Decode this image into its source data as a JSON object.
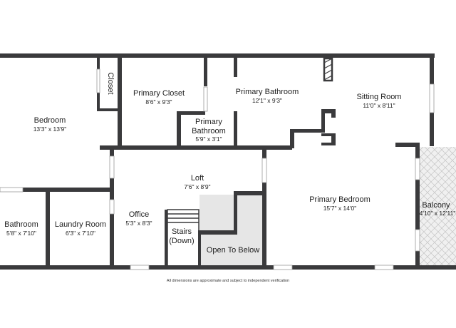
{
  "plan": {
    "rooms": [
      {
        "id": "bedroom",
        "name": "Bedroom",
        "dims": "13'3\" x 13'9\""
      },
      {
        "id": "closet",
        "name": "Closet",
        "dims": ""
      },
      {
        "id": "primary-closet",
        "name": "Primary Closet",
        "dims": "8'6\" x 9'3\""
      },
      {
        "id": "primary-bathroom-small",
        "name": "Primary Bathroom",
        "name_line1": "Primary",
        "name_line2": "Bathroom",
        "dims": "5'9\" x 3'1\""
      },
      {
        "id": "primary-bathroom",
        "name": "Primary Bathroom",
        "dims": "12'1\" x 9'3\""
      },
      {
        "id": "sitting-room",
        "name": "Sitting Room",
        "dims": "11'0\" x 8'11\""
      },
      {
        "id": "loft",
        "name": "Loft",
        "dims": "7'6\" x 8'9\""
      },
      {
        "id": "primary-bedroom",
        "name": "Primary Bedroom",
        "dims": "15'7\" x 14'0\""
      },
      {
        "id": "balcony",
        "name": "Balcony",
        "dims": "4'10\" x 12'11\""
      },
      {
        "id": "bathroom",
        "name": "Bathroom",
        "dims": "5'8\" x 7'10\""
      },
      {
        "id": "laundry-room",
        "name": "Laundry Room",
        "dims": "6'3\" x 7'10\""
      },
      {
        "id": "office",
        "name": "Office",
        "dims": "5'3\" x 8'3\""
      },
      {
        "id": "stairs",
        "name": "Stairs (Down)",
        "name_line1": "Stairs",
        "name_line2": "(Down)",
        "dims": ""
      },
      {
        "id": "open-to-below",
        "name": "Open To Below",
        "dims": ""
      }
    ],
    "disclaimer": "All dimensions are approximate and subject to independent verification",
    "colors": {
      "wall": "#3a3a3c",
      "open_area": "#e6e6e6",
      "balcony": "#ececec"
    }
  }
}
